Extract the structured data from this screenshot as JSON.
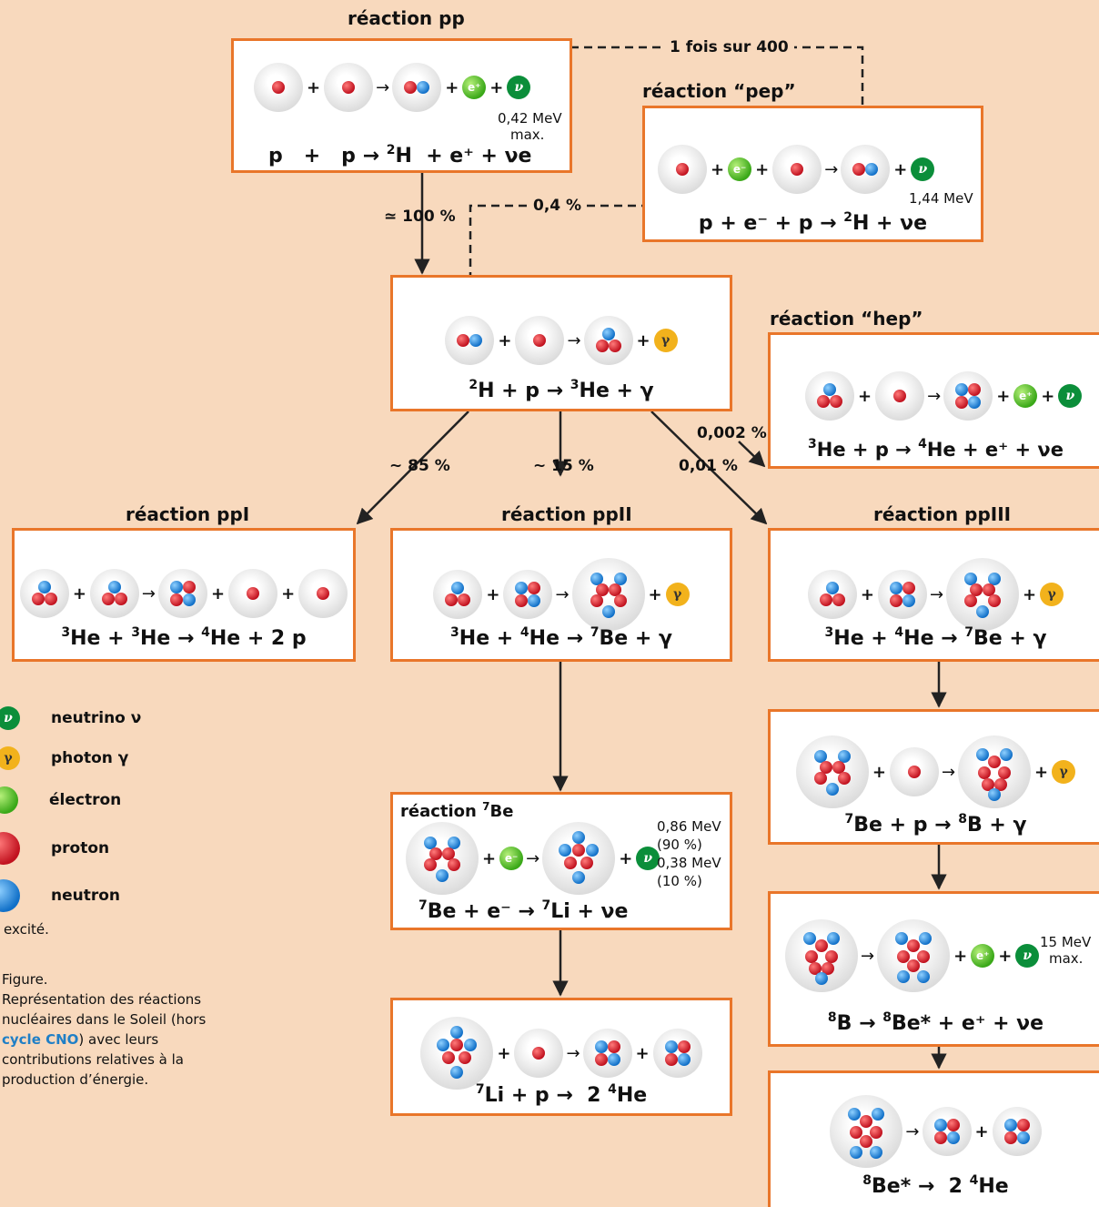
{
  "reactions": {
    "pp": {
      "title": "réaction pp",
      "eq_l1": "p",
      "eq_plus": "+",
      "eq_l2": "p",
      "eq_arrow": "→",
      "eq_sup": "2",
      "eq_prod": "H",
      "eq_rest": "+ e⁺ + νe",
      "energy": "0,42 MeV",
      "energy2": "max."
    },
    "pep": {
      "title": "réaction “pep”",
      "eq": "p + e⁻ + p →",
      "eq_sup": "2",
      "eq_prod": "H + νe",
      "energy": "1,44 MeV"
    },
    "h2p": {
      "eq_sup1": "2",
      "eq_a": "H + p →",
      "eq_sup2": "3",
      "eq_b": "He + γ"
    },
    "hep": {
      "title": "réaction “hep”",
      "eq_sup1": "3",
      "eq_a": "He + p →",
      "eq_sup2": "4",
      "eq_b": "He + e⁺ + νe"
    },
    "ppI": {
      "title": "réaction ppI",
      "eq_sup1": "3",
      "eq_a": "He +",
      "eq_sup2": "3",
      "eq_b": "He →",
      "eq_sup3": "4",
      "eq_c": "He + 2 p"
    },
    "ppII": {
      "title": "réaction ppII",
      "eq_sup1": "3",
      "eq_a": "He +",
      "eq_sup2": "4",
      "eq_b": "He →",
      "eq_sup3": "7",
      "eq_c": "Be + γ"
    },
    "ppIII": {
      "title": "réaction ppIII",
      "eq_sup1": "3",
      "eq_a": "He +",
      "eq_sup2": "4",
      "eq_b": "He →",
      "eq_sup3": "7",
      "eq_c": "Be + γ"
    },
    "be7": {
      "title": "réaction",
      "title_sup": "7",
      "title_b": "Be",
      "eq_sup1": "7",
      "eq_a": "Be + e⁻ →",
      "eq_sup2": "7",
      "eq_b": "Li + νe",
      "energy1": "0,86 MeV",
      "pct1": "(90 %)",
      "energy2": "0,38 MeV",
      "pct2": "(10 %)"
    },
    "li7": {
      "eq_sup1": "7",
      "eq_a": "Li + p →",
      "eq_num": "2",
      "eq_sup2": "4",
      "eq_b": "He"
    },
    "be7p": {
      "eq_sup1": "7",
      "eq_a": "Be + p →",
      "eq_sup2": "8",
      "eq_b": "B + γ"
    },
    "b8": {
      "eq_sup1": "8",
      "eq_a": "B →",
      "eq_sup2": "8",
      "eq_b": "Be* + e⁺ + νe",
      "energy": "15 MeV",
      "energy2": "max."
    },
    "be8": {
      "eq_sup1": "8",
      "eq_a": "Be* →",
      "eq_num": "2",
      "eq_sup2": "4",
      "eq_b": "He"
    }
  },
  "branches": {
    "one_in_400": "1 fois sur 400",
    "pep_frac": "0,4 %",
    "pp_main": "≃ 100 %",
    "ppI": "~ 85 %",
    "ppII": "~ 15 %",
    "ppIII": "0,01 %",
    "hep": "0,002 %"
  },
  "legend": {
    "neutrino": "neutrino ν",
    "photon": "photon γ",
    "electron": "électron",
    "proton": "proton",
    "neutron": "neutron",
    "excited": "excité.",
    "nu_symbol": "ν",
    "gamma_symbol": "γ"
  },
  "caption": {
    "part1": "Figure.",
    "part2": "Représentation des réactions nucléaires dans le Soleil (hors",
    "highlight": "cycle CNO",
    "part3": ") avec leurs contributions relatives à la production d’énergie."
  },
  "symbols": {
    "plus": "+",
    "arrow": "→",
    "nu": "ν",
    "gamma": "γ",
    "eplus": "e⁺",
    "eminus": "e⁻"
  },
  "colors": {
    "background": "#f8d9bd",
    "border": "#e9762a",
    "proton": "#c1121f",
    "neutron": "#1170c8",
    "neutrino": "#0b8e3a",
    "photon": "#f2b21c",
    "electron": "#3aa818",
    "link": "#1f7fc6"
  }
}
